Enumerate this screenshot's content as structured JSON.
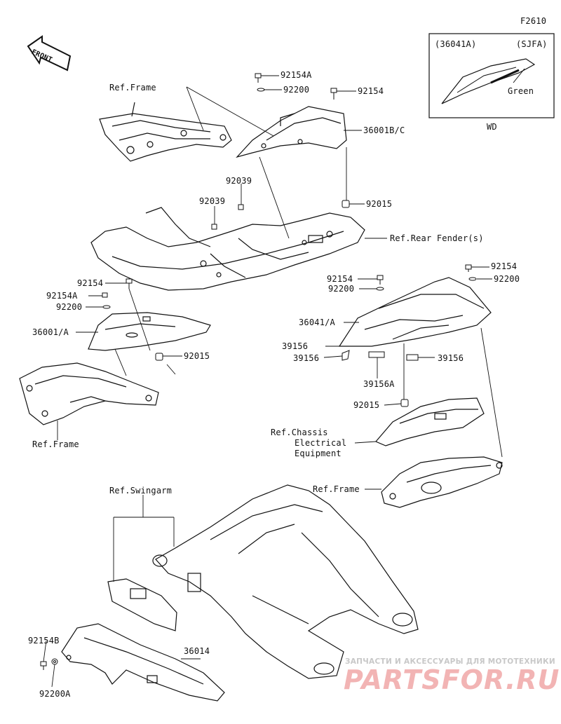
{
  "figure_code": "F2610",
  "front_label": "FRONT",
  "inset": {
    "part": "(36041A)",
    "variant": "(SJFA)",
    "color": "Green",
    "caption": "WD"
  },
  "callouts": {
    "ref_frame_top": "Ref.Frame",
    "p92154A_top": "92154A",
    "p92200_top": "92200",
    "p92154_top": "92154",
    "p36001BC": "36001B/C",
    "p92039_a": "92039",
    "p92039_b": "92039",
    "p92015_top": "92015",
    "ref_rear_fender": "Ref.Rear Fender(s)",
    "p92154_left": "92154",
    "p92154A_left": "92154A",
    "p92200_left": "92200",
    "p36001A": "36001/A",
    "p92015_left": "92015",
    "ref_frame_left": "Ref.Frame",
    "p92154_mid": "92154",
    "p92200_mid": "92200",
    "p92154_right": "92154",
    "p92200_right": "92200",
    "p36041A": "36041/A",
    "p39156_a": "39156",
    "p39156_b": "39156",
    "p39156_c": "39156",
    "p39156A": "39156A",
    "p92015_mid": "92015",
    "ref_chassis_1": "Ref.Chassis",
    "ref_chassis_2": "Electrical",
    "ref_chassis_3": "Equipment",
    "ref_frame_right": "Ref.Frame",
    "ref_swingarm": "Ref.Swingarm",
    "p92154B": "92154B",
    "p36014": "36014",
    "p92200A": "92200A"
  },
  "watermark": {
    "line1": "ЗАПЧАСТИ И АКСЕССУАРЫ ДЛЯ МОТОТЕХНИКИ",
    "line2": "PARTSFOR.RU"
  }
}
